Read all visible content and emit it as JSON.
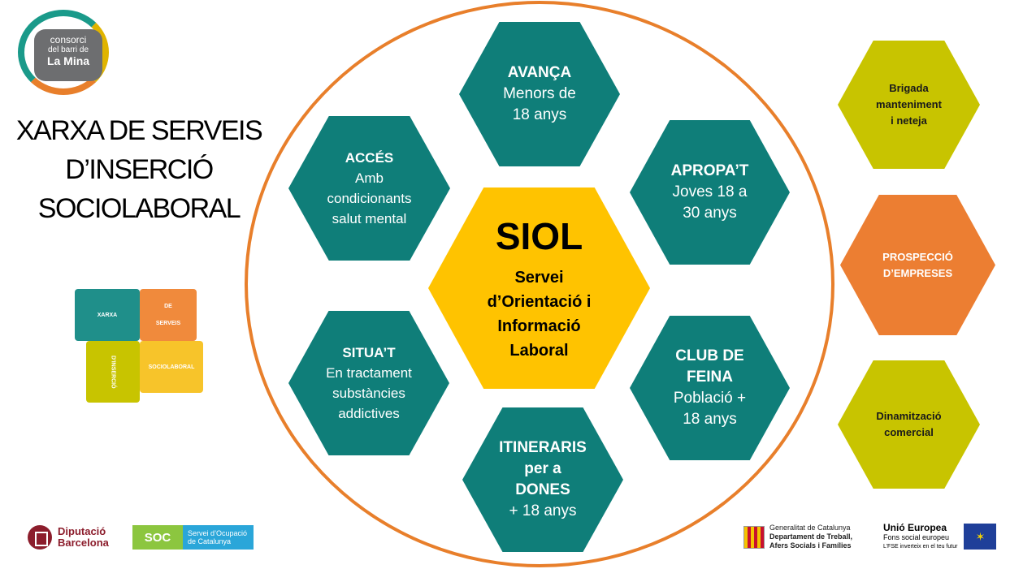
{
  "logo": {
    "line1": "consorci",
    "line2": "del barri de",
    "line3": "La Mina"
  },
  "title": {
    "line1": "XARXA DE SERVEIS",
    "line2": "D’INSERCIÓ",
    "line3": "SOCIOLABORAL"
  },
  "puzzle": {
    "piece1": "XARXA",
    "piece2_a": "DE",
    "piece2_b": "SERVEIS",
    "piece3": "D'INSERCIÓ",
    "piece4": "SOCIOLABORAL"
  },
  "center": {
    "title": "SIOL",
    "line1": "Servei",
    "line2": "d’Orientació i",
    "line3": "Informació",
    "line4": "Laboral"
  },
  "hexagons": {
    "avanca": {
      "title": "AVANÇA",
      "l1": "Menors de",
      "l2": "18 anys"
    },
    "acces": {
      "title": "ACCÉS",
      "l1": "Amb",
      "l2": "condicionants",
      "l3": "salut mental"
    },
    "apropat": {
      "title": "APROPA’T",
      "l1": "Joves 18 a",
      "l2": "30 anys"
    },
    "situat": {
      "title": "SITUA’T",
      "l1": "En tractament",
      "l2": "substàncies",
      "l3": "addictives"
    },
    "club": {
      "title1": "CLUB DE",
      "title2": "FEINA",
      "l1": "Població +",
      "l2": "18 anys"
    },
    "itineraris": {
      "title1": "ITINERARIS",
      "title2": "per a",
      "title3": "DONES",
      "l1": "+ 18 anys"
    }
  },
  "side": {
    "brigada": {
      "l1": "Brigada",
      "l2": "manteniment",
      "l3": "i neteja"
    },
    "prospeccio": {
      "l1": "PROSPECCIÓ",
      "l2": "D’EMPRESES"
    },
    "dinamitzacio": {
      "l1": "Dinamització",
      "l2": "comercial"
    }
  },
  "footer": {
    "diputacio": {
      "l1": "Diputació",
      "l2": "Barcelona"
    },
    "soc": {
      "short": "SOC",
      "l1": "Servei d’Ocupació",
      "l2": "de Catalunya"
    },
    "generalitat": {
      "l1": "Generalitat de Catalunya",
      "l2": "Departament de Treball,",
      "l3": "Afers Socials i Famílies"
    },
    "eu": {
      "l1": "Unió Europea",
      "l2": "Fons social europeu",
      "l3": "L’FSE inverteix en el teu futur"
    }
  },
  "colors": {
    "teal": "#0f7e79",
    "yellow": "#ffc300",
    "lime": "#c8c400",
    "orange": "#ec7e32",
    "circle": "#e87f2b"
  }
}
